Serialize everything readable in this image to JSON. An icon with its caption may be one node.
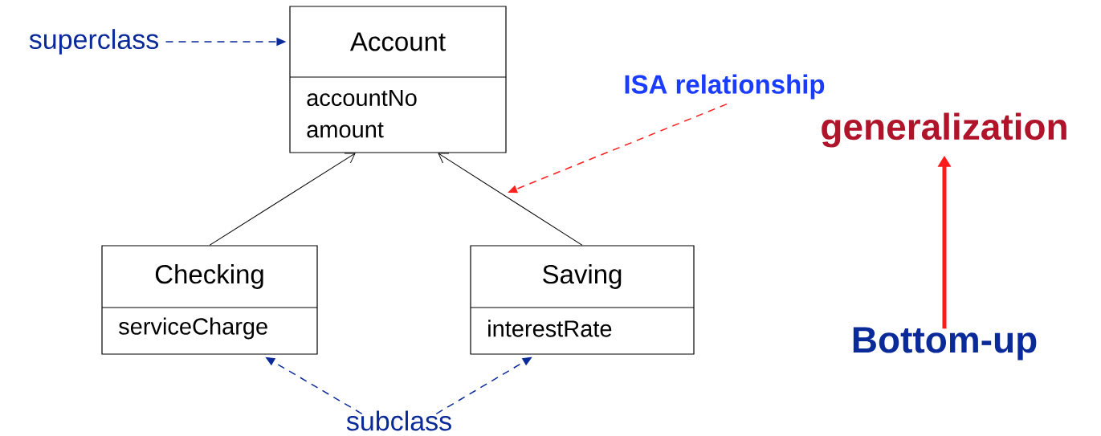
{
  "diagram": {
    "nodes": [
      {
        "text": [
          "Account",
          "accountNo",
          "amount"
        ]
      },
      {
        "text": [
          "Checking",
          "serviceCharge"
        ]
      },
      {
        "text": [
          "Saving",
          "interestRate"
        ]
      },
      {
        "text": [
          "superclass"
        ]
      },
      {
        "text": [
          "subclass"
        ]
      },
      {
        "text": [
          "ISA relationship"
        ]
      },
      {
        "text": [
          "generalization"
        ]
      },
      {
        "text": [
          "Bottom-up"
        ]
      }
    ],
    "edges": [
      {
        "from": 1,
        "to": 0,
        "arrow": "to",
        "color": "#000000"
      },
      {
        "from": 2,
        "to": 0,
        "arrow": "to",
        "color": "#000000"
      },
      {
        "from": 3,
        "to": 0,
        "arrow": "to",
        "style": "dashed",
        "color": "#0a2a9a"
      },
      {
        "from": 4,
        "to": 1,
        "arrow": "to",
        "style": "dashed",
        "color": "#0a2a9a"
      },
      {
        "from": 4,
        "to": 2,
        "arrow": "to",
        "style": "dashed",
        "color": "#0a2a9a"
      },
      {
        "from": 5,
        "to": null,
        "arrow": "to",
        "style": "dashed",
        "color": "#ff2020"
      },
      {
        "from": 7,
        "to": 6,
        "arrow": "to",
        "style": "thick",
        "color": "#ff1a1a"
      }
    ]
  }
}
